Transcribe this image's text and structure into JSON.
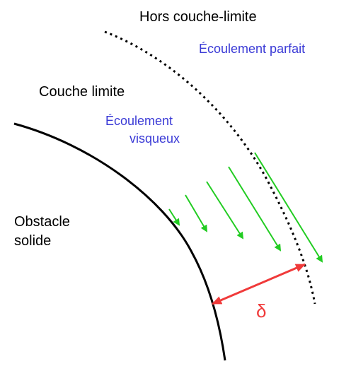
{
  "labels": {
    "outside": "Hors couche-limite",
    "ideal_flow": "Écoulement parfait",
    "boundary_layer": "Couche limite",
    "viscous_flow_line1": "Écoulement",
    "viscous_flow_line2": "visqueux",
    "obstacle_line1": "Obstacle",
    "obstacle_line2": "solide",
    "thickness_symbol": "δ"
  },
  "colors": {
    "obstacle": "#000000",
    "boundary_edge": "#000000",
    "velocity_arrows": "#22cc22",
    "thickness_arrow": "#f03a3a",
    "flow_text": "#3a3ad6"
  }
}
